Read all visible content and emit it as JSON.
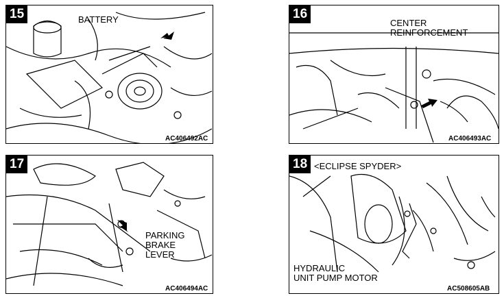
{
  "panels": [
    {
      "number": "15",
      "labels": [
        "BATTERY"
      ],
      "code": "AC406492AC"
    },
    {
      "number": "16",
      "labels": [
        "CENTER",
        "REINFORCEMENT"
      ],
      "code": "AC406493AC"
    },
    {
      "number": "17",
      "labels": [
        "PARKING",
        "BRAKE",
        "LEVER"
      ],
      "code": "AC406494AC"
    },
    {
      "number": "18",
      "heading": "<ECLIPSE SPYDER>",
      "labels": [
        "HYDRAULIC",
        "UNIT PUMP MOTOR"
      ],
      "code": "AC508605AB"
    }
  ]
}
